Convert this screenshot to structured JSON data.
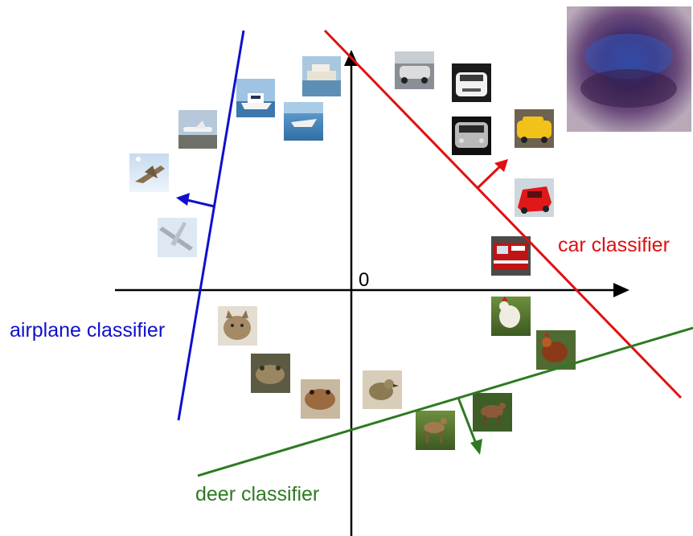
{
  "origin_label": "0",
  "classifiers": [
    {
      "id": "airplane",
      "label": "airplane classifier",
      "color": "#1010cc"
    },
    {
      "id": "car",
      "label": "car classifier",
      "color": "#e01010"
    },
    {
      "id": "deer",
      "label": "deer classifier",
      "color": "#2e7a22"
    }
  ],
  "thumbnails": [
    {
      "name": "ship-thumb-1",
      "depicts": "ship"
    },
    {
      "name": "ship-thumb-2",
      "depicts": "ship"
    },
    {
      "name": "ship-thumb-3",
      "depicts": "ship"
    },
    {
      "name": "airplane-thumb-1",
      "depicts": "airplane"
    },
    {
      "name": "airplane-thumb-2",
      "depicts": "airplane"
    },
    {
      "name": "airplane-thumb-3",
      "depicts": "airplane"
    },
    {
      "name": "car-thumb-1",
      "depicts": "car"
    },
    {
      "name": "car-thumb-2",
      "depicts": "car"
    },
    {
      "name": "car-thumb-3",
      "depicts": "car"
    },
    {
      "name": "car-thumb-4",
      "depicts": "car"
    },
    {
      "name": "car-thumb-5",
      "depicts": "car"
    },
    {
      "name": "truck-thumb",
      "depicts": "truck"
    },
    {
      "name": "cat-thumb",
      "depicts": "cat"
    },
    {
      "name": "frog-thumb-1",
      "depicts": "frog"
    },
    {
      "name": "frog-thumb-2",
      "depicts": "frog"
    },
    {
      "name": "bird-thumb-1",
      "depicts": "bird"
    },
    {
      "name": "bird-thumb-2",
      "depicts": "bird"
    },
    {
      "name": "bird-thumb-3",
      "depicts": "bird"
    },
    {
      "name": "deer-thumb-1",
      "depicts": "deer"
    },
    {
      "name": "deer-thumb-2",
      "depicts": "deer"
    }
  ],
  "template_image": {
    "depicts": "learned car template (blurry)"
  }
}
